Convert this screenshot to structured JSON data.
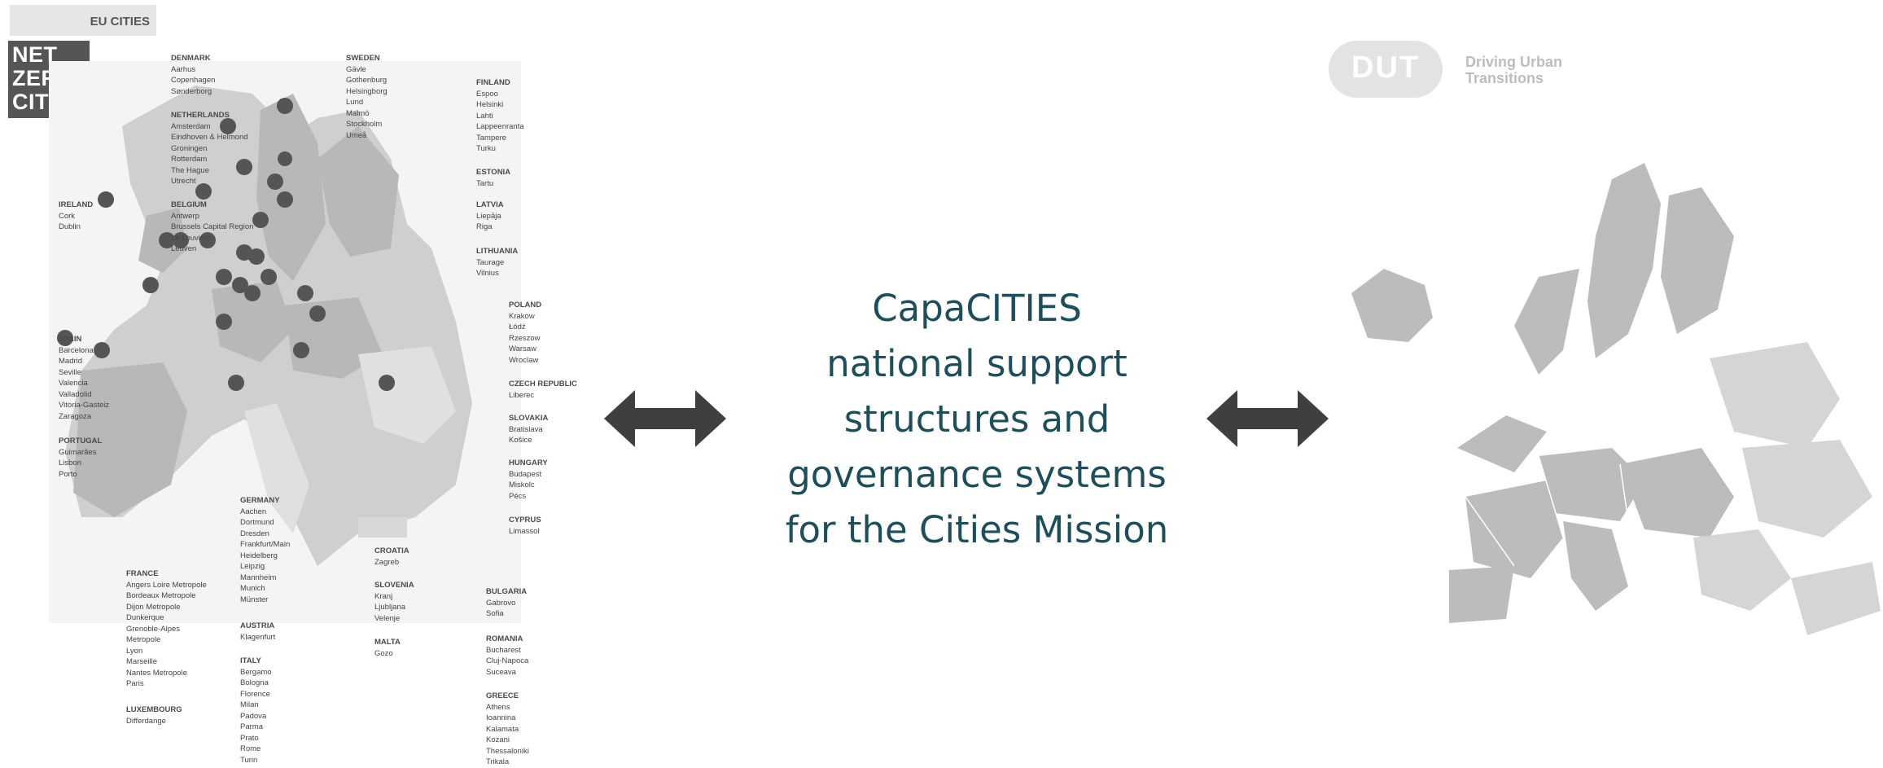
{
  "header": {
    "eu_label": "EU CITIES"
  },
  "logo_nzc": {
    "line1": "NET",
    "line2": "ZERO",
    "line3": "CITIES"
  },
  "center": {
    "lines": [
      "CapaCITIES",
      "national support",
      "structures and",
      "governance systems",
      "for the Cities Mission"
    ],
    "color": "#1f4e5b"
  },
  "dut": {
    "mark": "DUT",
    "tag_line1": "Driving Urban",
    "tag_line2": "Transitions"
  },
  "countries": [
    {
      "name": "DENMARK",
      "cities": [
        "Aarhus",
        "Copenhagen",
        "Sønderborg"
      ]
    },
    {
      "name": "SWEDEN",
      "cities": [
        "Gävle",
        "Gothenburg",
        "Helsingborg",
        "Lund",
        "Malmö",
        "Stockholm",
        "Umeå"
      ]
    },
    {
      "name": "FINLAND",
      "cities": [
        "Espoo",
        "Helsinki",
        "Lahti",
        "Lappeenranta",
        "Tampere",
        "Turku"
      ]
    },
    {
      "name": "NETHERLANDS",
      "cities": [
        "Amsterdam",
        "Eindhoven & Helmond",
        "Groningen",
        "Rotterdam",
        "The Hague",
        "Utrecht"
      ]
    },
    {
      "name": "ESTONIA",
      "cities": [
        "Tartu"
      ]
    },
    {
      "name": "IRELAND",
      "cities": [
        "Cork",
        "Dublin"
      ]
    },
    {
      "name": "BELGIUM",
      "cities": [
        "Antwerp",
        "Brussels Capital Region",
        "La Louvière",
        "Leuven"
      ]
    },
    {
      "name": "LATVIA",
      "cities": [
        "Liepāja",
        "Riga"
      ]
    },
    {
      "name": "LITHUANIA",
      "cities": [
        "Taurage",
        "Vilnius"
      ]
    },
    {
      "name": "POLAND",
      "cities": [
        "Krakow",
        "Łódź",
        "Rzeszow",
        "Warsaw",
        "Wroclaw"
      ]
    },
    {
      "name": "SPAIN",
      "cities": [
        "Barcelona",
        "Madrid",
        "Seville",
        "Valencia",
        "Valladolid",
        "Vitoria-Gasteiz",
        "Zaragoza"
      ]
    },
    {
      "name": "CZECH REPUBLIC",
      "cities": [
        "Liberec"
      ]
    },
    {
      "name": "SLOVAKIA",
      "cities": [
        "Bratislava",
        "Košice"
      ]
    },
    {
      "name": "PORTUGAL",
      "cities": [
        "Guimarães",
        "Lisbon",
        "Porto"
      ]
    },
    {
      "name": "HUNGARY",
      "cities": [
        "Budapest",
        "Miskolc",
        "Pécs"
      ]
    },
    {
      "name": "GERMANY",
      "cities": [
        "Aachen",
        "Dortmund",
        "Dresden",
        "Frankfurt/Main",
        "Heidelberg",
        "Leipzig",
        "Mannheim",
        "Munich",
        "Münster"
      ]
    },
    {
      "name": "CYPRUS",
      "cities": [
        "Limassol"
      ]
    },
    {
      "name": "CROATIA",
      "cities": [
        "Zagreb"
      ]
    },
    {
      "name": "FRANCE",
      "cities": [
        "Angers Loire Metropole",
        "Bordeaux Metropole",
        "Dijon Metropole",
        "Dunkerque",
        "Grenoble-Alpes",
        "Metropole",
        "Lyon",
        "Marseille",
        "Nantes Metropole",
        "Paris"
      ]
    },
    {
      "name": "SLOVENIA",
      "cities": [
        "Kranj",
        "Ljubljana",
        "Velenje"
      ]
    },
    {
      "name": "BULGARIA",
      "cities": [
        "Gabrovo",
        "Sofia"
      ]
    },
    {
      "name": "AUSTRIA",
      "cities": [
        "Klagenfurt"
      ]
    },
    {
      "name": "ROMANIA",
      "cities": [
        "Bucharest",
        "Cluj-Napoca",
        "Suceava"
      ]
    },
    {
      "name": "MALTA",
      "cities": [
        "Gozo"
      ]
    },
    {
      "name": "ITALY",
      "cities": [
        "Bergamo",
        "Bologna",
        "Florence",
        "Milan",
        "Padova",
        "Parma",
        "Prato",
        "Rome",
        "Turin"
      ]
    },
    {
      "name": "LUXEMBOURG",
      "cities": [
        "Differdange"
      ]
    },
    {
      "name": "GREECE",
      "cities": [
        "Athens",
        "Ioannina",
        "Kalamata",
        "Kozani",
        "Thessaloniki",
        "Trikala"
      ]
    }
  ]
}
